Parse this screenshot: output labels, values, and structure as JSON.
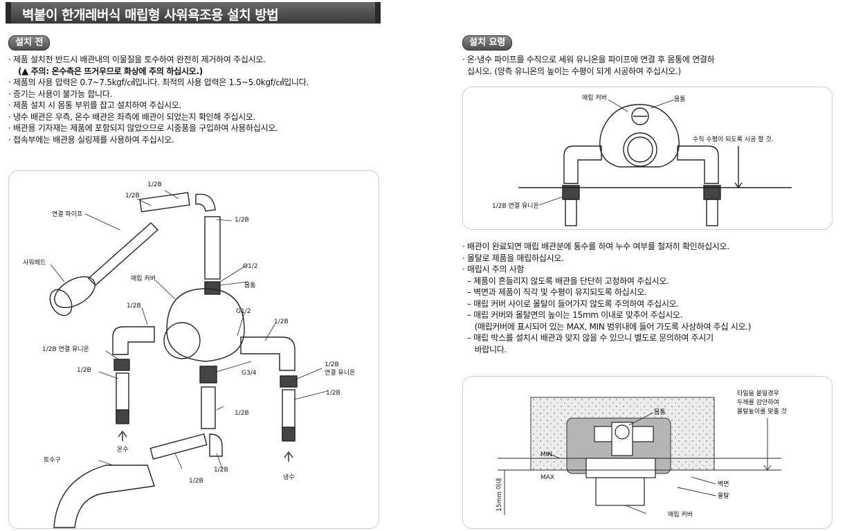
{
  "title": "벽붙이 한개레버식 매립형 사워욕조용 설치 방법",
  "before": {
    "heading": "설치 전",
    "items": [
      "· 제품 설치전 반드시 배관내의 이물질을 토수하여 완전히 제거하여 주십시오.",
      "· 제품의 사용 압력은 0.7~7.5kgf/㎠입니다. 최적의 사용 압력은 1.5~5.0kgf/㎠입니다.",
      "· 증기는 사용이 불가능 합니다.",
      "· 제품 설치 시 몸통 부위를 잡고 설치하여 주십시오.",
      "· 냉수 배관은 우측, 온수 배관은 좌측에 배관이 되었는지 확인해 주십시오.",
      "· 배관용 기자재는 제품에 포함되지 않았으므로 시중품을 구입하여 사용하십시오.",
      "· 접속부에는 배관용 실링제를 사용하여 주십시오."
    ],
    "warning": "주의: 온수측은 뜨거우므로 화상에 주의 하십시오."
  },
  "install": {
    "heading": "설치 요령",
    "intro": [
      "· 온·냉수 파이프를 수직으로 세워 유니온을 파이프에 연결 후 몸통에 연결하",
      "  십시오. (양측 유니온의 높이는 수평이 되게 시공하여 주십시오.)"
    ],
    "items": [
      "· 배관이 완료되면 매립 배관분에 통수를 하여 누수 여부를 철저히 확인하십시오.",
      "· 몰탈로 제품을 매립하십시오.",
      "· 매립시 주의 사항",
      "  – 제품이 흔들리지 않도록 배관을 단단히 고정하여 주십시오.",
      "  – 벽면과 제품이 직각 및 수평이 유지되도록 하십시오.",
      "  – 매립 커버 사이로 몰탈이 들어가지 않도록 주의하여 주십시오.",
      "  – 매립 커버와 몰탈면의 높이는 15mm 이내로 맞추어 주십시오.",
      "     (매립커버에 표시되어 있는 MAX, MIN 범위내에 들어 가도록 사상하여 주십 시오.)",
      "  – 매립 박스를 설치시 배관과 맞지 않을 수 있으니 별도로 문의하여 주시기",
      "     바랍니다."
    ]
  },
  "diagram_left": {
    "labels": {
      "half_inch_a": "1/2B",
      "half_inch_b": "1/2B",
      "connect_pipe": "연결 파이프",
      "half_inch_c": "1/2B",
      "shower_head": "사워헤드",
      "g_half_a": "G1/2",
      "cover": "매립 커버",
      "body": "몸통",
      "half_inch_d": "1/2B",
      "g_half_b": "G1/2",
      "half_inch_e": "1/2B",
      "union_left": "1/2B 연결 유니온",
      "half_inch_f": "1/2B",
      "g_three_quarter": "G3/4",
      "union_right_a": "1/2B",
      "union_right_b": "연결 유니온",
      "half_inch_g": "1/2B",
      "half_inch_h": "1/2B",
      "hot": "온수",
      "spout": "토수구",
      "half_inch_i": "1/2B",
      "half_inch_j": "1/2B",
      "cold": "냉수"
    }
  },
  "diagram_top_right": {
    "labels": {
      "cover": "매립 커버",
      "body": "몸통",
      "level": "수직 수평이 되도록 시공 할 것.",
      "union": "1/2B 연결 유니온"
    }
  },
  "diagram_bottom_right": {
    "labels": {
      "note_1": "타일을 붙일경우",
      "note_2": "두께를 감안하여",
      "note_3": "몰탈높이를 맞출 것",
      "body": "몸통",
      "min": "MIN",
      "max": "MAX",
      "depth": "15mm 이내",
      "wall": "벽면",
      "mortar": "몰탈",
      "cover": "매립 커버"
    }
  }
}
